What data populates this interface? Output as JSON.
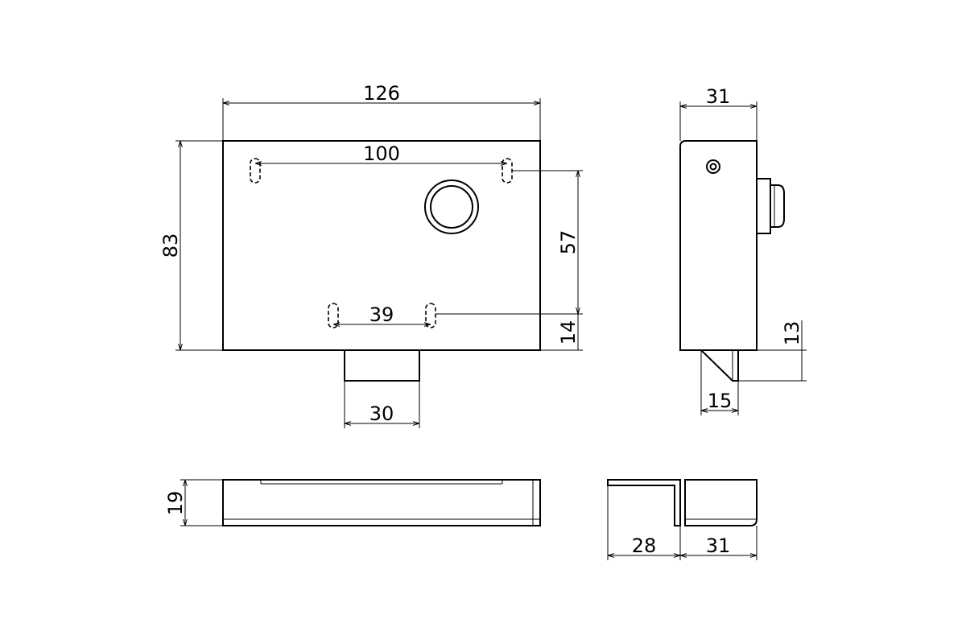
{
  "dimensions": {
    "front_width": "126",
    "hole_spacing_top": "100",
    "front_height": "83",
    "hole_offset_vertical": "57",
    "hole_spacing_bottom": "39",
    "bottom_offset": "14",
    "bolt_width": "30",
    "side_depth": "31",
    "side_bolt_offset": "13",
    "side_bolt_width": "15",
    "bottom_height": "19",
    "keeper_length": "28",
    "keeper_depth": "31"
  }
}
